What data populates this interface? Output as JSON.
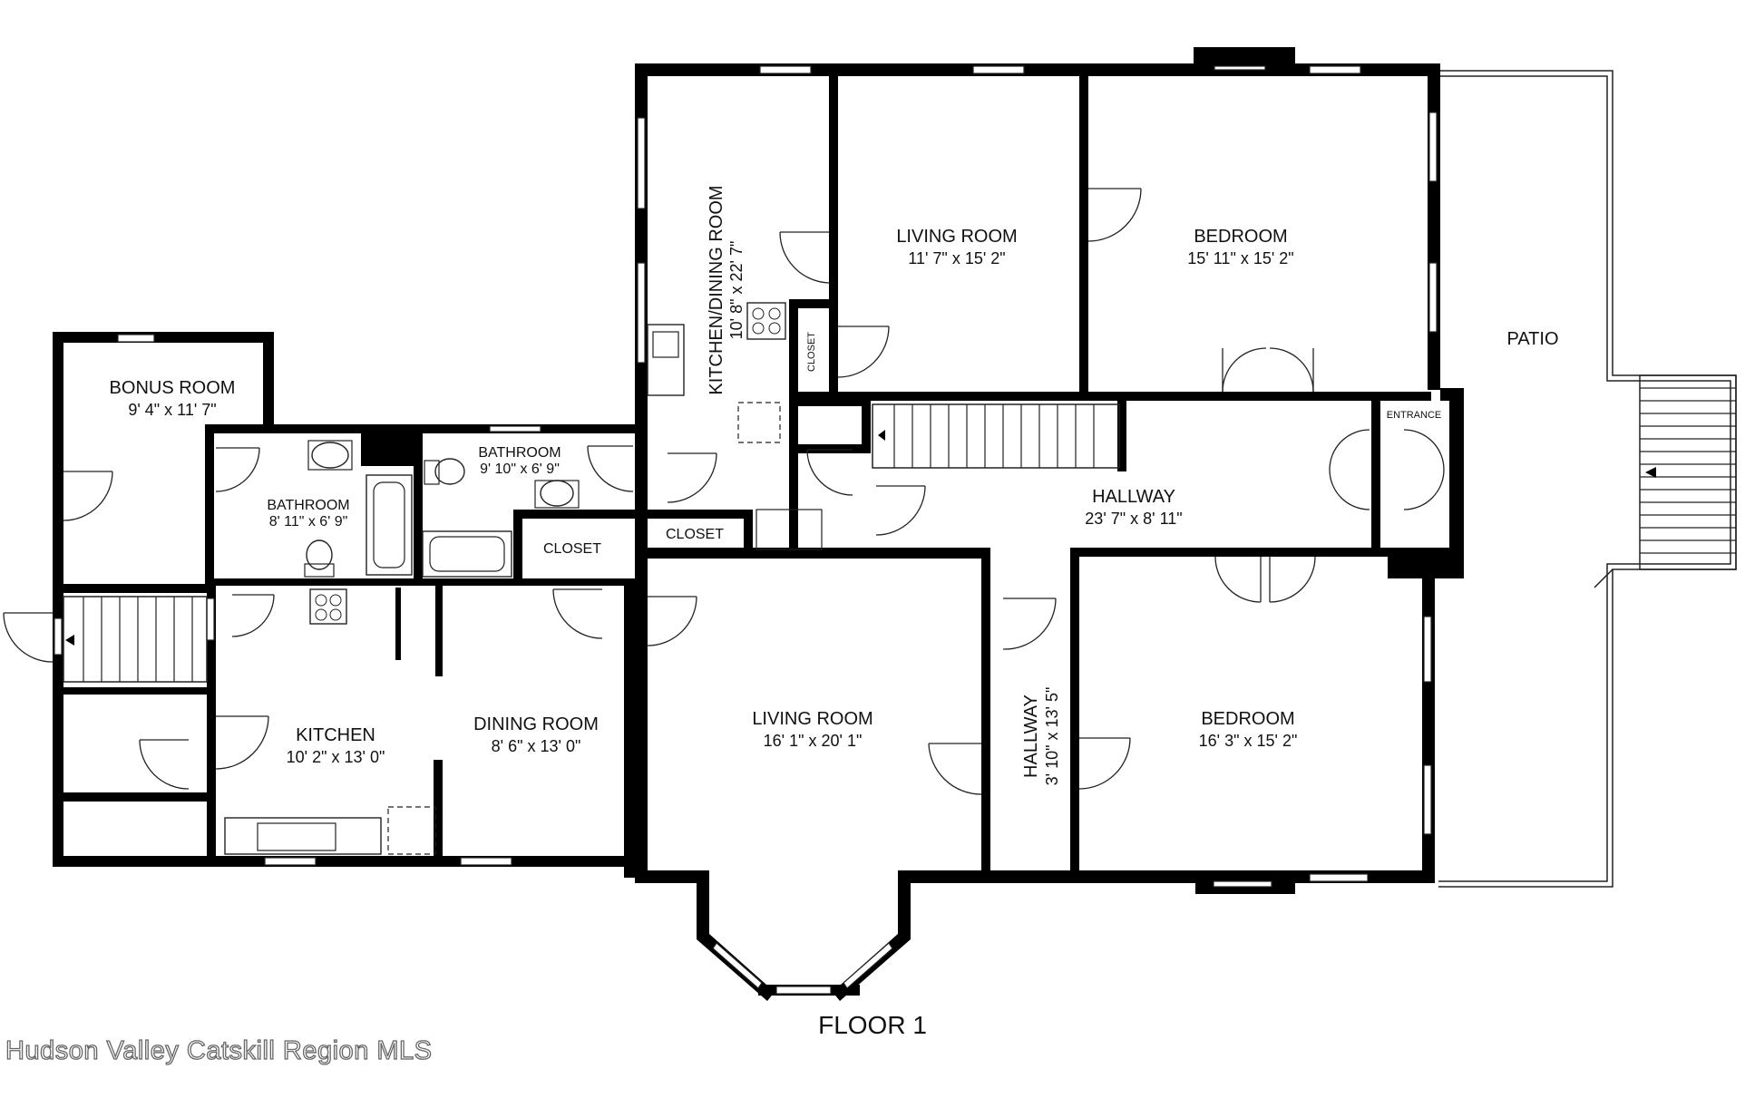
{
  "floor_title": "FLOOR 1",
  "watermark": "Hudson Valley Catskill Region MLS",
  "rooms": {
    "bonus_room": {
      "name": "BONUS ROOM",
      "dims": "9' 4\" x 11' 7\""
    },
    "bathroom_1": {
      "name": "BATHROOM",
      "dims": "8' 11\" x 6' 9\""
    },
    "bathroom_2": {
      "name": "BATHROOM",
      "dims": "9' 10\" x 6' 9\""
    },
    "closet_bath": {
      "name": "CLOSET"
    },
    "closet_kitchen": {
      "name": "CLOSET"
    },
    "closet_small": {
      "name": "CLOSET"
    },
    "kitchen_dining": {
      "name": "KITCHEN/DINING ROOM",
      "dims": "10' 8\" x 22' 7\""
    },
    "living_room_upper": {
      "name": "LIVING ROOM",
      "dims": "11' 7\" x 15' 2\""
    },
    "bedroom_upper": {
      "name": "BEDROOM",
      "dims": "15' 11\" x 15' 2\""
    },
    "patio": {
      "name": "PATIO"
    },
    "entrance": {
      "name": "ENTRANCE"
    },
    "hallway_main": {
      "name": "HALLWAY",
      "dims": "23' 7\" x 8' 11\""
    },
    "kitchen": {
      "name": "KITCHEN",
      "dims": "10' 2\" x 13' 0\""
    },
    "dining_room": {
      "name": "DINING ROOM",
      "dims": "8' 6\" x 13' 0\""
    },
    "living_room_lower": {
      "name": "LIVING ROOM",
      "dims": "16' 1\" x 20' 1\""
    },
    "hallway_narrow": {
      "name": "HALLWAY",
      "dims": "3' 10\" x 13' 5\""
    },
    "bedroom_lower": {
      "name": "BEDROOM",
      "dims": "16' 3\" x 15' 2\""
    }
  }
}
